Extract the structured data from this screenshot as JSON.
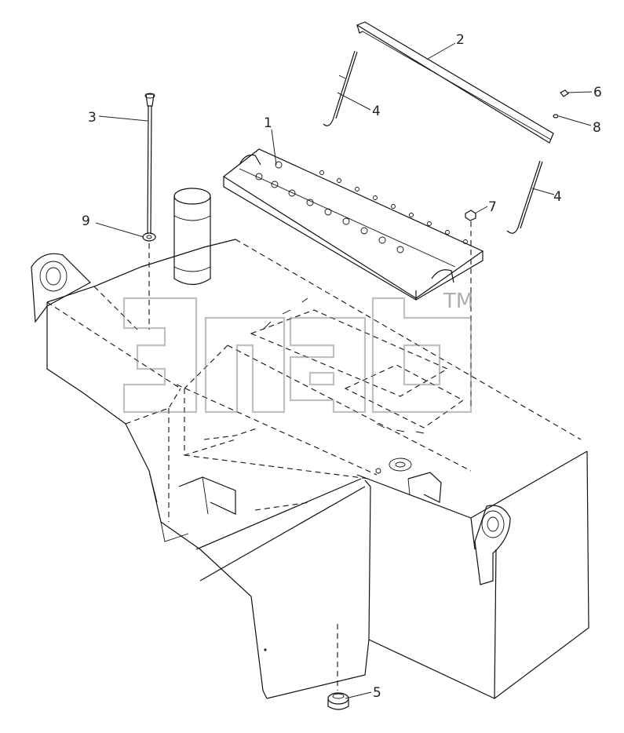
{
  "callouts": [
    {
      "id": "1",
      "label": "1"
    },
    {
      "id": "2",
      "label": "2"
    },
    {
      "id": "3",
      "label": "3"
    },
    {
      "id": "4a",
      "label": "4"
    },
    {
      "id": "4b",
      "label": "4"
    },
    {
      "id": "5",
      "label": "5"
    },
    {
      "id": "6",
      "label": "6"
    },
    {
      "id": "7",
      "label": "7"
    },
    {
      "id": "8",
      "label": "8"
    },
    {
      "id": "9",
      "label": "9"
    }
  ],
  "watermark": {
    "trademark": "TM"
  }
}
